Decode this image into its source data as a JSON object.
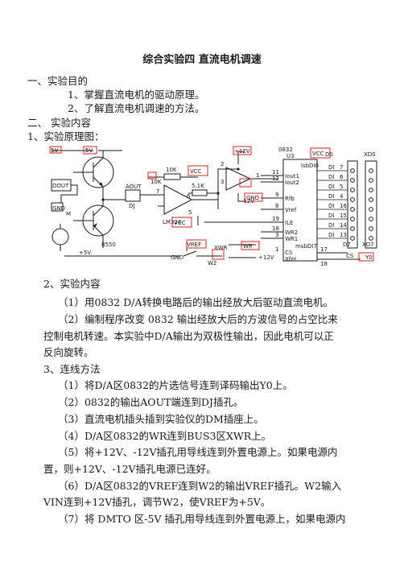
{
  "doc": {
    "title": "综合实验四   直流电机调速",
    "sec1_heading": "一、实验目的",
    "sec1_item1": "1、掌握直流电机的驱动原理。",
    "sec1_item2": "2、了解直流电机调速的方法。",
    "sec2_heading": "二、   实验内容",
    "sub1": "1、实验原理图：",
    "sub2": "2、实验内容",
    "p1": "（1）用0832 D/A转换电路后的输出经放大后驱动直流电机。",
    "p2a": "（2）编制程序改变 0832 输出经放大后的方波信号的占空比来",
    "p2b": "控制电机转速。本实验中D/A输出为双极性输出，因此电机可以正",
    "p2c": "反向旋转。",
    "sub3": "3、连线方法",
    "w1": "（1）将D/A区0832的片选信号连到译码输出Y0上。",
    "w2": "（2）0832的输出AOUT端连到DJ插孔。",
    "w3": "（3）直流电机插头插到实验仪的DM插座上。",
    "w4": "（4）D/A区0832的WR连到BUS3区XWR上。",
    "w5a": "（5）将+12V、-12V插孔用导线连到外置电源上。如果电源内",
    "w5b": "置，则+12V、-12V插孔电源已连好。",
    "w6a": "（6）D/A区0832的VREF连到W2的输出VREF插孔。W2输入",
    "w6b": "VIN连到+12V插孔，调节W2，使VREF为+5V。",
    "w7a": "（7）将 DMTO 区-5V 插孔用导线连到外置电源上，如果电源内"
  },
  "schematic": {
    "lbl_5v_top": "5V",
    "lbl_5v_l": "5V",
    "lbl_dout": "DOUT",
    "lbl_gnd": "GND",
    "lbl_m": "M",
    "lbl_8550": "8550",
    "lbl_p5v": "+5V",
    "lbl_aout": "AOUT",
    "lbl_dj": "DJ",
    "lbl_10k_a": "10K",
    "lbl_10k_b": "10K",
    "lbl_51k": "5.1K",
    "lbl_lm324": "LM324",
    "lbl_vcc_a": "VCC",
    "lbl_vcc_b": "VCC",
    "lbl_vcc_c": "VCC",
    "lbl_p12v_a": "+12V",
    "lbl_m12v": "-12V",
    "lbl_gnd_op": "GND",
    "lbl_0832": "0832",
    "lbl_u3": "U3",
    "lbl_iout1": "Iout1",
    "lbl_iout2": "Iout2",
    "lbl_rfb": "Rfb",
    "lbl_vref_pin": "Vref",
    "lbl_ile": "ILE",
    "lbl_wr2": "WR2",
    "lbl_wr1": "WR1",
    "lbl_msb": "msbDI7",
    "lbl_cs": "CS",
    "lbl_xfer": "Xfer",
    "lbl_lsb": "lsbDI0",
    "lbl_di": "DI",
    "lbl_d0": "D0",
    "lbl_xd0": "XD0",
    "lbl_d7": "D7",
    "lbl_xd7": "XD7",
    "lbl_y0": "Y0",
    "lbl_cs_bot": "CS",
    "lbl_vref": "VREF",
    "lbl_xwr": "XWR",
    "lbl_wr": "WR",
    "lbl_gnd_b": "GND",
    "lbl_w2": "W2",
    "lbl_p12v_b": "+12V",
    "pin_7": "7",
    "pin_6": "6",
    "pin_5": "5",
    "pin_3": "3",
    "pin_2": "2",
    "pin_1": "1",
    "pin_11": "11",
    "pin_12": "12",
    "pin_9": "9",
    "pin_8": "8",
    "pin_19": "19",
    "pin_18": "18",
    "pin_3b": "3",
    "pin_1b": "1",
    "pin_17": "17",
    "pin_18b": "18",
    "dpins": [
      "7",
      "6",
      "5",
      "4",
      "16",
      "15",
      "14",
      "13"
    ]
  }
}
